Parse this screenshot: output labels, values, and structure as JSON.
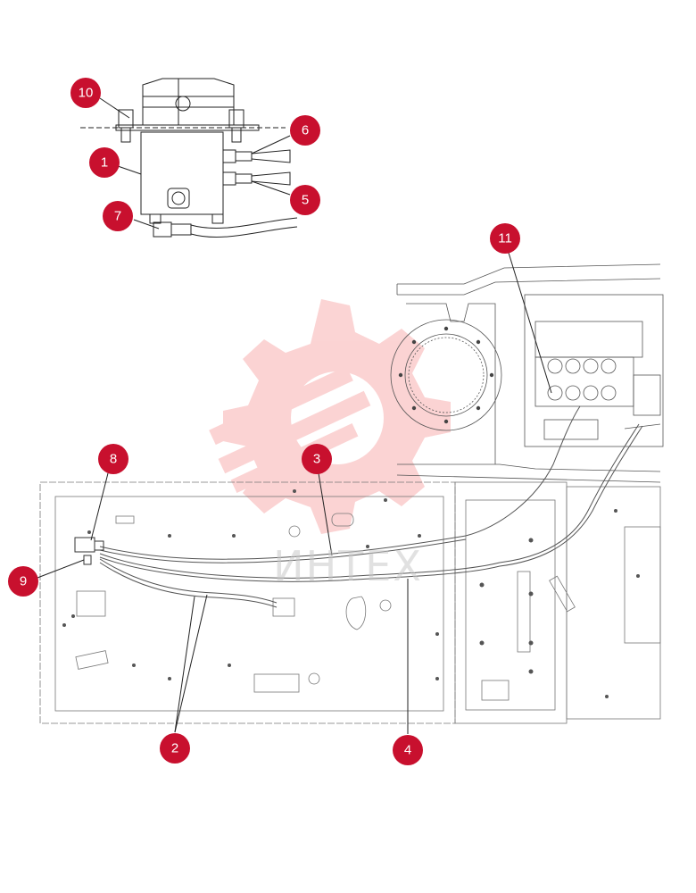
{
  "callout_color": "#c8102e",
  "watermark": {
    "brand_text": "ИНТЕХ",
    "gear_color": "#ee3b3b"
  },
  "callouts": [
    {
      "id": "10",
      "label": "10"
    },
    {
      "id": "1",
      "label": "1"
    },
    {
      "id": "6",
      "label": "6"
    },
    {
      "id": "5",
      "label": "5"
    },
    {
      "id": "7",
      "label": "7"
    },
    {
      "id": "11",
      "label": "11"
    },
    {
      "id": "8",
      "label": "8"
    },
    {
      "id": "3",
      "label": "3"
    },
    {
      "id": "9",
      "label": "9"
    },
    {
      "id": "2",
      "label": "2"
    },
    {
      "id": "4",
      "label": "4"
    }
  ]
}
